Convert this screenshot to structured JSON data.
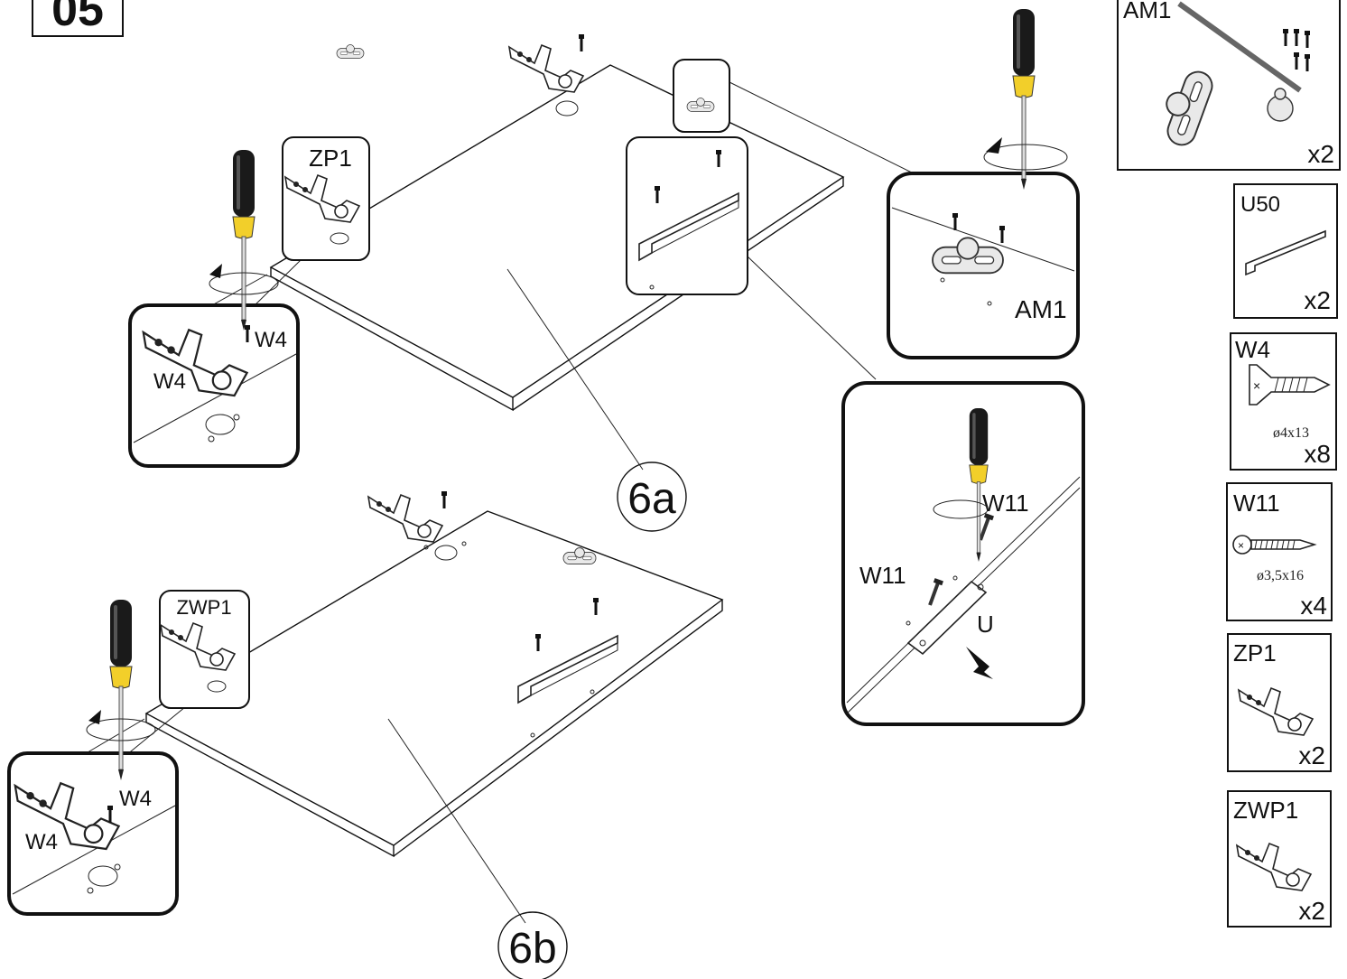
{
  "step": {
    "number": "05"
  },
  "variants": [
    {
      "id": "6a",
      "label": "6a"
    },
    {
      "id": "6b",
      "label": "6b"
    }
  ],
  "callouts": {
    "zp1": "ZP1",
    "zwp1": "ZWP1",
    "am1_detail": "AM1",
    "w4_hinge_6a_right": "W4",
    "w4_hinge_6a_left": "W4",
    "w4_hinge_6b_right": "W4",
    "w4_hinge_6b_left": "W4",
    "w11_upper": "W11",
    "w11_lower": "W11",
    "u": "U"
  },
  "parts": [
    {
      "code": "AM1",
      "qty": "x2",
      "icon": "wall-bracket-icon"
    },
    {
      "code": "U50",
      "qty": "x2",
      "icon": "angle-profile-icon"
    },
    {
      "code": "W4",
      "size": "ø4x13",
      "qty": "x8",
      "icon": "screw-icon"
    },
    {
      "code": "W11",
      "size": "ø3,5x16",
      "qty": "x4",
      "icon": "screw-icon"
    },
    {
      "code": "ZP1",
      "qty": "x2",
      "icon": "hinge-icon"
    },
    {
      "code": "ZWP1",
      "qty": "x2",
      "icon": "hinge-icon"
    }
  ],
  "colors": {
    "screwdriver_handle": "#1a1a1a",
    "screwdriver_band": "#f2cf2a",
    "line": "#111111"
  }
}
